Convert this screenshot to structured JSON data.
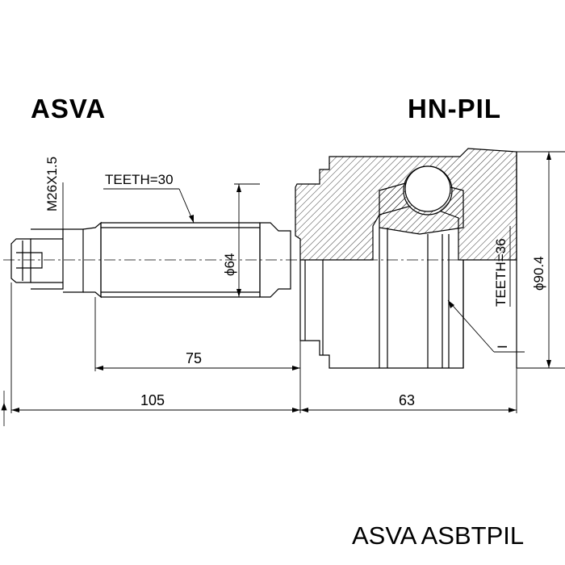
{
  "header": {
    "brand": "ASVA",
    "part_number": "HN-PIL"
  },
  "footer": {
    "label": "ASVA ASBTPIL"
  },
  "annotations": {
    "thread": "M26X1.5",
    "teeth_shaft": "TEETH=30",
    "diameter_shaft": "ϕ64",
    "teeth_inner": "TEETH=36",
    "diameter_outer": "ϕ90.4",
    "dim_75": "75",
    "dim_105": "105",
    "dim_63": "63",
    "section_mark": "I"
  },
  "colors": {
    "line": "#000000",
    "background": "#ffffff"
  }
}
